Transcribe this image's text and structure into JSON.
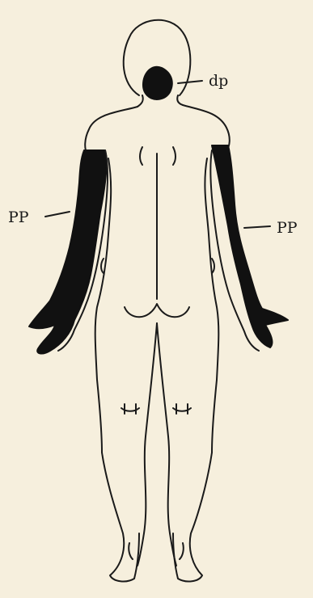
{
  "labels": {
    "neck_region": "dp",
    "left_arm_region": "PP",
    "right_arm_region": "PP"
  },
  "colors": {
    "background": "#f6efdd",
    "ink": "#1a1a1a",
    "affected_fill": "#111111"
  }
}
